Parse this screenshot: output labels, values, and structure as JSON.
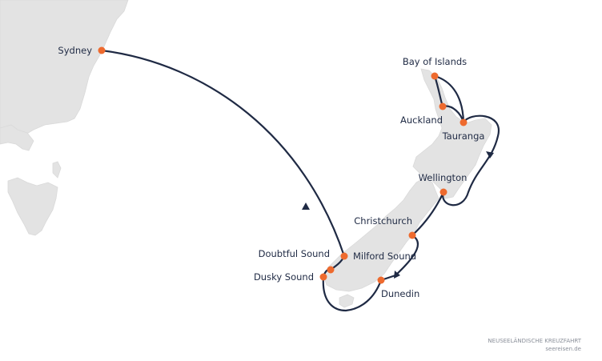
{
  "ports": [
    {
      "key": "sydney",
      "name": "Sydney"
    },
    {
      "key": "bay_of_islands",
      "name": "Bay of Islands"
    },
    {
      "key": "auckland",
      "name": "Auckland"
    },
    {
      "key": "tauranga",
      "name": "Tauranga"
    },
    {
      "key": "wellington",
      "name": "Wellington"
    },
    {
      "key": "christchurch",
      "name": "Christchurch"
    },
    {
      "key": "milford_sound",
      "name": "Milford Sound"
    },
    {
      "key": "doubtful_sound",
      "name": "Doubtful Sound"
    },
    {
      "key": "dusky_sound",
      "name": "Dusky Sound"
    },
    {
      "key": "dunedin",
      "name": "Dunedin"
    }
  ],
  "colors": {
    "land": "#e3e3e3",
    "route": "#1f2a44",
    "port": "#ee6a2e",
    "label": "#1f2a44",
    "credit": "#8a8f99"
  },
  "credit": {
    "title": "NEUSEELÄNDISCHE KREUZFAHRT",
    "source": "seereisen.de"
  }
}
